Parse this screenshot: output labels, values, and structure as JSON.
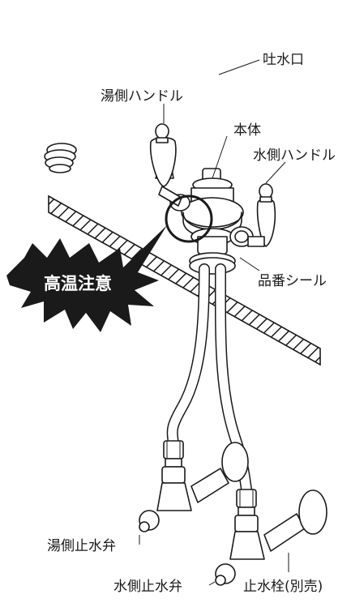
{
  "diagram": {
    "warning_badge": "高温注意",
    "labels": {
      "spout": "吐水口",
      "hot_handle": "湯側ハンドル",
      "body": "本体",
      "cold_handle": "水側ハンドル",
      "product_seal": "品番シール",
      "hot_stop_valve": "湯側止水弁",
      "cold_stop_valve": "水側止水弁",
      "stop_cock": "止水栓(別売)"
    },
    "colors": {
      "line": "#1a1a1a",
      "badge": "#1a1a1a",
      "badge_text": "#ffffff"
    }
  }
}
